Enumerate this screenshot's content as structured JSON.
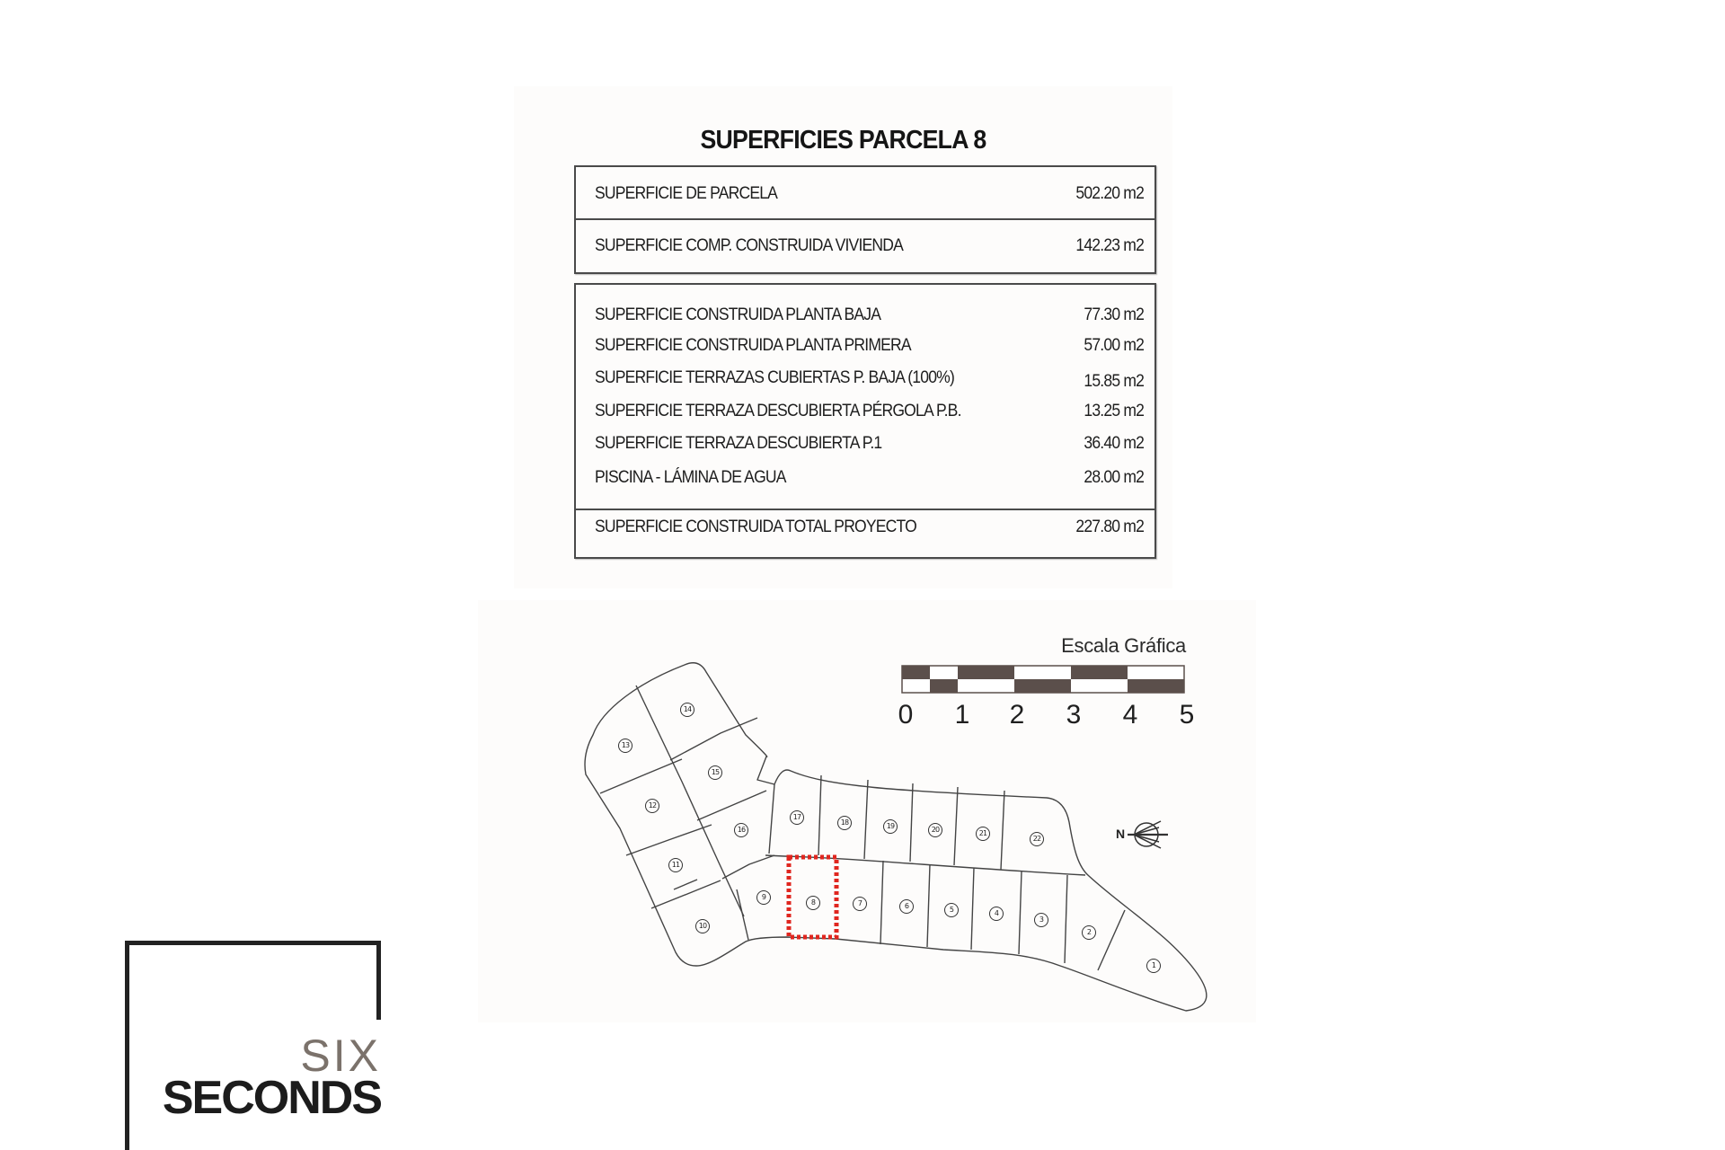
{
  "table": {
    "title": "SUPERFICIES PARCELA 8",
    "summary_rows": [
      {
        "label": "SUPERFICIE DE PARCELA",
        "value": "502.20 m2"
      },
      {
        "label": "SUPERFICIE COMP. CONSTRUIDA VIVIENDA",
        "value": "142.23 m2"
      }
    ],
    "detail_rows": [
      {
        "label": "SUPERFICIE CONSTRUIDA PLANTA BAJA",
        "value": "77.30 m2"
      },
      {
        "label": "SUPERFICIE CONSTRUIDA PLANTA PRIMERA",
        "value": "57.00 m2"
      },
      {
        "label": "SUPERFICIE TERRAZAS CUBIERTAS P. BAJA (100%)",
        "value": "15.85 m2"
      },
      {
        "label": "SUPERFICIE TERRAZA DESCUBIERTA PÉRGOLA P.B.",
        "value": "13.25 m2"
      },
      {
        "label": "SUPERFICIE TERRAZA DESCUBIERTA  P.1",
        "value": "36.40 m2"
      },
      {
        "label": "PISCINA - LÁMINA DE AGUA",
        "value": "28.00 m2"
      }
    ],
    "total_row": {
      "label": "SUPERFICIE CONSTRUIDA TOTAL PROYECTO",
      "value": "227.80 m2"
    }
  },
  "map": {
    "scale": {
      "title": "Escala Gráfica",
      "ticks": [
        "0",
        "1",
        "2",
        "3",
        "4",
        "5"
      ],
      "dark_color": "#5b4f4b"
    },
    "north_label": "N",
    "highlighted_lot": "8",
    "highlight_color": "#e0261f",
    "lots": [
      {
        "n": "1"
      },
      {
        "n": "2"
      },
      {
        "n": "3"
      },
      {
        "n": "4"
      },
      {
        "n": "5"
      },
      {
        "n": "6"
      },
      {
        "n": "7"
      },
      {
        "n": "8"
      },
      {
        "n": "9"
      },
      {
        "n": "10"
      },
      {
        "n": "11"
      },
      {
        "n": "12"
      },
      {
        "n": "13"
      },
      {
        "n": "14"
      },
      {
        "n": "15"
      },
      {
        "n": "16"
      },
      {
        "n": "17"
      },
      {
        "n": "18"
      },
      {
        "n": "19"
      },
      {
        "n": "20"
      },
      {
        "n": "21"
      },
      {
        "n": "22"
      }
    ]
  },
  "logo": {
    "line1": "SIX",
    "line2": "SECONDS"
  }
}
